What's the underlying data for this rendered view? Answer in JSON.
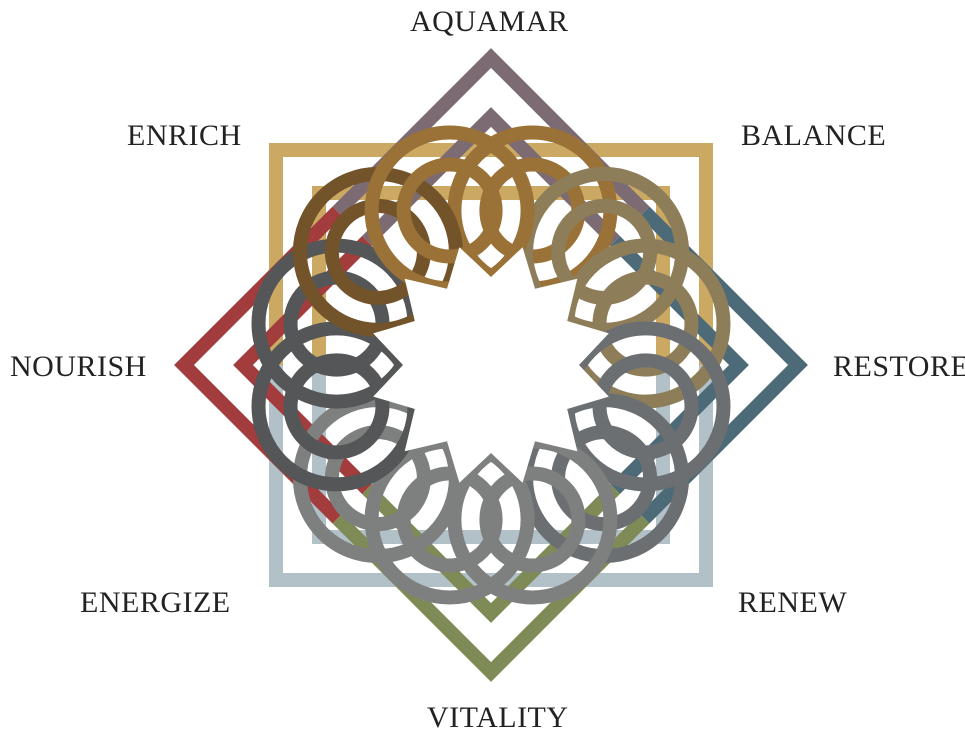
{
  "labels": {
    "aquamar": "AQUAMAR",
    "balance": "BALANCE",
    "restore": "RESTORE",
    "renew": "RENEW",
    "vitality": "VITALITY",
    "energize": "ENERGIZE",
    "nourish": "NOURISH",
    "enrich": "ENRICH"
  },
  "colors": {
    "aquamar": "#7c6b72",
    "balance": "#cca962",
    "restore": "#4c6a78",
    "renew": "#b2c0c8",
    "vitality": "#7f8b57",
    "energize": "#b2c0c8",
    "nourish": "#a23c3d",
    "enrich": "#cca962",
    "petal_top": "#9a7136",
    "petal_upper_right": "#8d7e59",
    "petal_right": "#6b6f72",
    "petal_lower": "#7e8080",
    "petal_left": "#545657",
    "petal_upper_left": "#73542a"
  }
}
